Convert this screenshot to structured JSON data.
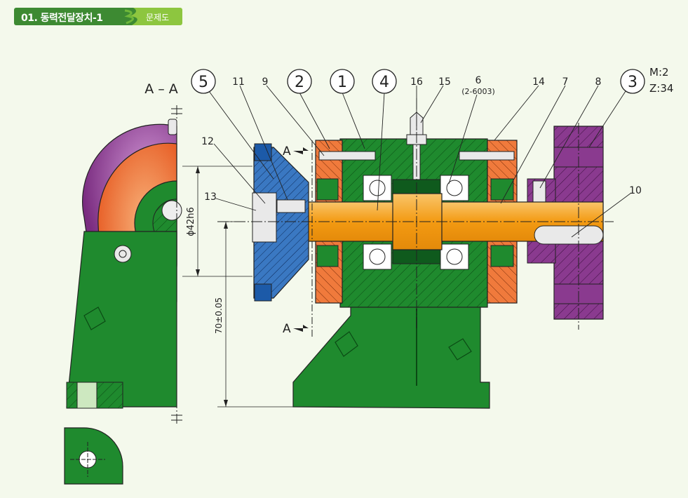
{
  "header": {
    "title": "01. 동력전달장치-1",
    "tag": "문제도"
  },
  "section_label": "A – A",
  "section_marks": {
    "top": "A",
    "bottom": "A"
  },
  "callouts_circled": [
    {
      "id": "c5",
      "label": "5"
    },
    {
      "id": "c2",
      "label": "2"
    },
    {
      "id": "c1",
      "label": "1"
    },
    {
      "id": "c4",
      "label": "4"
    },
    {
      "id": "c3",
      "label": "3"
    }
  ],
  "callouts_plain": [
    {
      "id": "n11",
      "label": "11"
    },
    {
      "id": "n9",
      "label": "9"
    },
    {
      "id": "n16",
      "label": "16"
    },
    {
      "id": "n15",
      "label": "15"
    },
    {
      "id": "n6",
      "label": "6"
    },
    {
      "id": "n14",
      "label": "14"
    },
    {
      "id": "n7",
      "label": "7"
    },
    {
      "id": "n8",
      "label": "8"
    },
    {
      "id": "n12",
      "label": "12"
    },
    {
      "id": "n13",
      "label": "13"
    },
    {
      "id": "n10",
      "label": "10"
    }
  ],
  "bearing_spec": "(2-6003)",
  "gear_spec": {
    "module": "M:2",
    "teeth": "Z:34"
  },
  "dimensions": {
    "shaft_dia": "ϕ42h6",
    "height": "70±0.05"
  },
  "colors": {
    "housing": "#1f8a2e",
    "shaft": "#f6a31c",
    "cover": "#f07a3c",
    "pulley": "#2f6db5",
    "gear": "#8a3a8f",
    "bearing": "#ffffff"
  }
}
